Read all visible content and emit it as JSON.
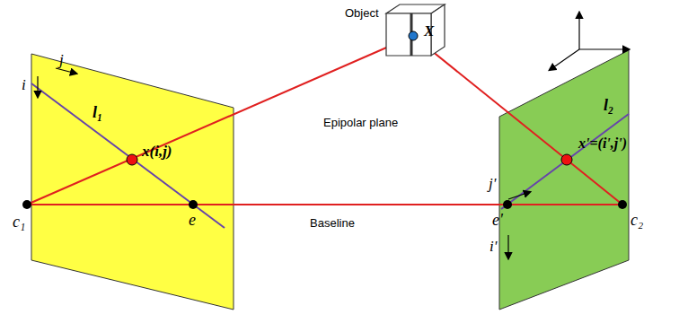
{
  "diagram": {
    "labels": [
      "Object",
      "X",
      "Epipolar plane",
      "Baseline",
      "i",
      "j",
      "l₁",
      "x(i,j)",
      "c₁",
      "e",
      "e'",
      "j'",
      "i'",
      "l₂",
      "x'=(i',j')",
      "c₂"
    ]
  }
}
